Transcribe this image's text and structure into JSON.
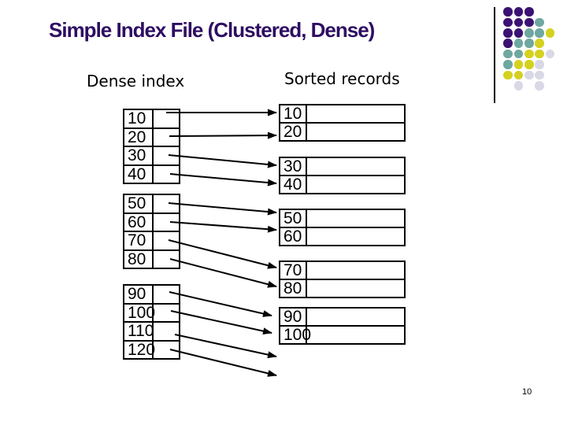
{
  "slide": {
    "title": "Simple Index File (Clustered, Dense)",
    "page_number": "10",
    "background": "#ffffff"
  },
  "labels": {
    "index_column": "Dense index",
    "records_column": "Sorted records"
  },
  "dense_index": {
    "blocks": [
      [
        "10",
        "20",
        "30",
        "40"
      ],
      [
        "50",
        "60",
        "70",
        "80"
      ],
      [
        "90",
        "100",
        "110",
        "120"
      ]
    ]
  },
  "sorted_records": {
    "blocks": [
      [
        "10",
        "20"
      ],
      [
        "30",
        "40"
      ],
      [
        "50",
        "60"
      ],
      [
        "70",
        "80"
      ],
      [
        "90",
        "100"
      ]
    ]
  },
  "links": [
    {
      "from": "10",
      "to": "10"
    },
    {
      "from": "20",
      "to": "20"
    },
    {
      "from": "30",
      "to": "30"
    },
    {
      "from": "40",
      "to": "40"
    },
    {
      "from": "50",
      "to": "50"
    },
    {
      "from": "60",
      "to": "60"
    },
    {
      "from": "70",
      "to": "70"
    },
    {
      "from": "80",
      "to": "80"
    },
    {
      "from": "90",
      "to": "90"
    },
    {
      "from": "100",
      "to": "100"
    },
    {
      "from": "110",
      "to": null
    },
    {
      "from": "120",
      "to": null
    }
  ],
  "colors": {
    "title": "#2e0e62",
    "text": "#000000",
    "line": "#000000",
    "dot_purple": "#3b1273",
    "dot_teal": "#6fa7a1",
    "dot_yellow": "#d4d121",
    "dot_lavender": "#d8d8e6"
  },
  "decoration": {
    "dot_pattern": [
      "PPP..",
      "PPPT.",
      "PPTTY",
      "PTTY.",
      "TTYYL",
      "TYYL.",
      "YYLL.",
      ".L.L."
    ],
    "dot_color_key": {
      "P": "dot_purple",
      "T": "dot_teal",
      "Y": "dot_yellow",
      "L": "dot_lavender"
    }
  }
}
